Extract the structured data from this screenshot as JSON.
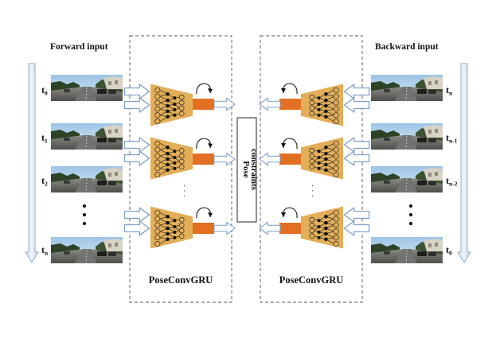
{
  "forward_title": "Forward input",
  "backward_title": "Backward input",
  "forward_labels": [
    {
      "base": "t",
      "sub": "0"
    },
    {
      "base": "t",
      "sub": "1"
    },
    {
      "base": "t",
      "sub": "2"
    },
    {
      "base": "t",
      "sub": "n"
    }
  ],
  "backward_labels": [
    {
      "base": "t",
      "sub": "n"
    },
    {
      "base": "t",
      "sub": "n-1"
    },
    {
      "base": "t",
      "sub": "n-2"
    },
    {
      "base": "t",
      "sub": "0"
    }
  ],
  "module_left_caption": "PoseConvGRU",
  "module_right_caption": "PoseConvGRU",
  "center_box_line1": "Pose",
  "center_box_line2": "constraints",
  "ellipsis": "· · ·",
  "colors": {
    "encoder_fill": "#E3AE57",
    "gru_fill": "#E26F22",
    "arrow_stroke": "#7A9BC8",
    "time_arrow_fill": "#C9D7E8",
    "time_arrow_stroke": "#8FA6C4",
    "dashed_border": "#555555"
  }
}
